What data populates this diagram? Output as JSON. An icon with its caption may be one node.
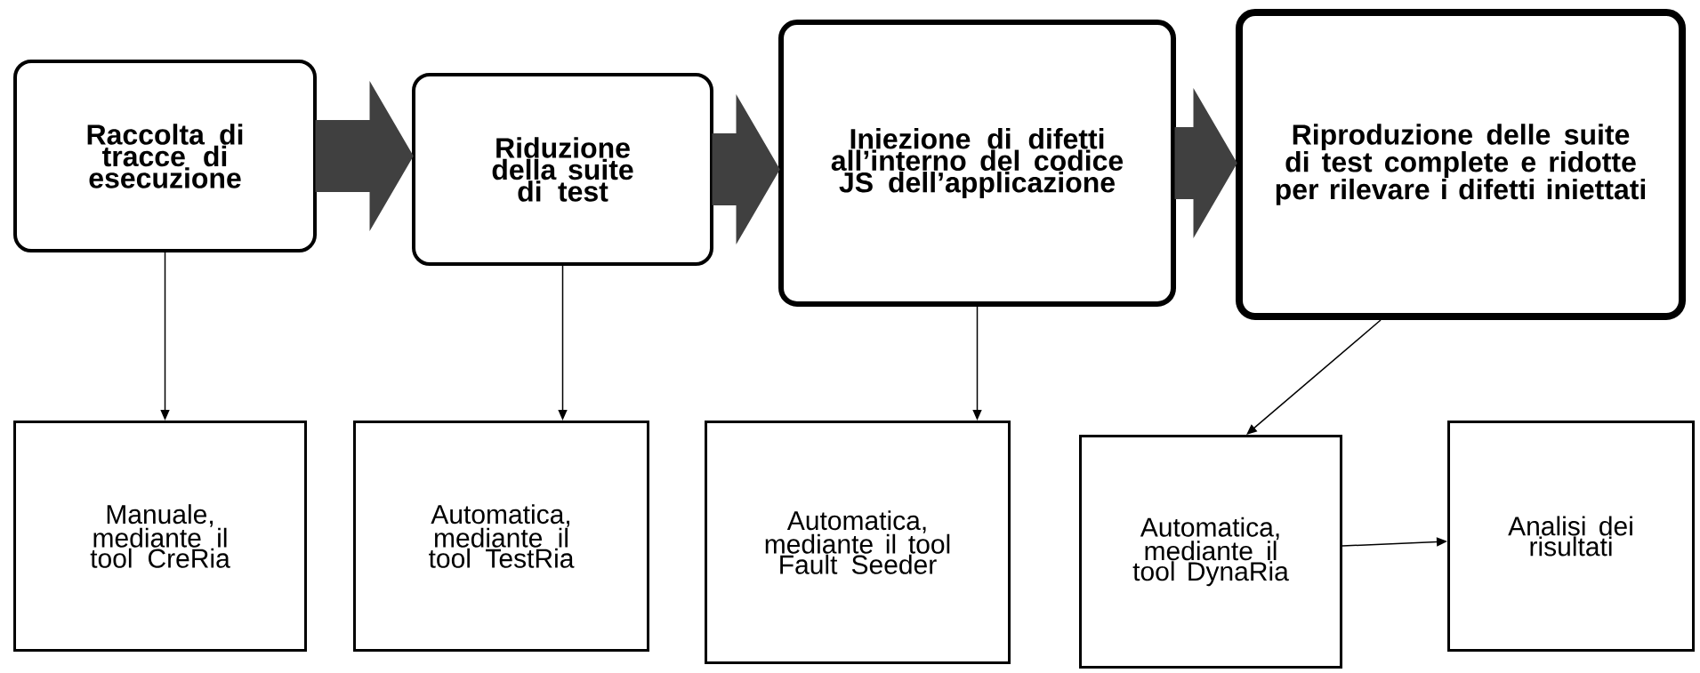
{
  "diagram": {
    "nodes": [
      {
        "text": [
          "Raccolta di tracce di esecuzione"
        ]
      },
      {
        "text": [
          "Riduzione della suite di test"
        ]
      },
      {
        "text": [
          "Iniezione di difetti all’interno del codice JS dell’applicazione"
        ]
      },
      {
        "text": [
          "Riproduzione delle suite di test complete e ridotte per rilevare i difetti iniettati"
        ]
      },
      {
        "text": [
          "Manuale, mediante il tool CreRia"
        ]
      },
      {
        "text": [
          "Automatica, mediante il tool TestRia"
        ]
      },
      {
        "text": [
          "Automatica, mediante il tool Fault Seeder"
        ]
      },
      {
        "text": [
          "Automatica, mediante il tool DynaRia"
        ]
      },
      {
        "text": [
          "Analisi dei risultati"
        ]
      }
    ],
    "edges": [
      {
        "from": 0,
        "to": 1,
        "arrow": "to",
        "style": "thick",
        "color": "#404040"
      },
      {
        "from": 1,
        "to": 2,
        "arrow": "to",
        "style": "thick",
        "color": "#404040"
      },
      {
        "from": 2,
        "to": 3,
        "arrow": "to",
        "style": "thick",
        "color": "#404040"
      },
      {
        "from": 0,
        "to": 4,
        "arrow": "to"
      },
      {
        "from": 1,
        "to": 5,
        "arrow": "to"
      },
      {
        "from": 2,
        "to": 6,
        "arrow": "to"
      },
      {
        "from": 3,
        "to": 7,
        "arrow": "to"
      },
      {
        "from": 7,
        "to": 8,
        "arrow": "to"
      }
    ]
  }
}
